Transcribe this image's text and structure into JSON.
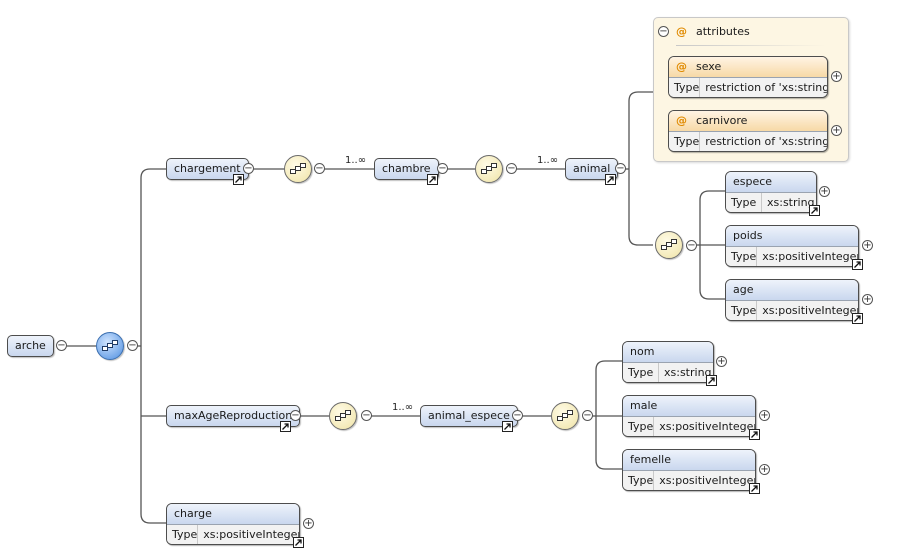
{
  "cardinality": {
    "many": "1..∞"
  },
  "toggle": {
    "collapse": "−",
    "expand": "+"
  },
  "root": {
    "name": "arche"
  },
  "branches": {
    "chargement": {
      "name": "chargement",
      "child": {
        "name": "chambre",
        "child": {
          "name": "animal",
          "attributes_group": {
            "title": "attributes",
            "items": [
              {
                "name": "sexe",
                "type_label": "Type",
                "type": "restriction of 'xs:string'"
              },
              {
                "name": "carnivore",
                "type_label": "Type",
                "type": "restriction of 'xs:string'"
              }
            ]
          },
          "elements": [
            {
              "name": "espece",
              "type_label": "Type",
              "type": "xs:string"
            },
            {
              "name": "poids",
              "type_label": "Type",
              "type": "xs:positiveInteger"
            },
            {
              "name": "age",
              "type_label": "Type",
              "type": "xs:positiveInteger"
            }
          ]
        }
      }
    },
    "maxAgeReproduction": {
      "name": "maxAgeReproduction",
      "child": {
        "name": "animal_espece",
        "elements": [
          {
            "name": "nom",
            "type_label": "Type",
            "type": "xs:string"
          },
          {
            "name": "male",
            "type_label": "Type",
            "type": "xs:positiveInteger"
          },
          {
            "name": "femelle",
            "type_label": "Type",
            "type": "xs:positiveInteger"
          }
        ]
      }
    },
    "charge": {
      "name": "charge",
      "type_label": "Type",
      "type": "xs:positiveInteger"
    }
  },
  "icons": {
    "sequence": "sequence-compositor-icon",
    "reference": "reference-arrow-icon",
    "attribute": "attribute-at-icon",
    "collapse": "collapse-minus-icon",
    "expand": "expand-plus-icon"
  },
  "colors": {
    "element_fill": "#c9d7ee",
    "attribute_fill": "#f7d9a6",
    "attributes_group_fill": "#fdf6e3",
    "compositor_fill": "#efe3a6",
    "root_compositor_fill": "#4f8fe0",
    "connector": "#555555"
  }
}
